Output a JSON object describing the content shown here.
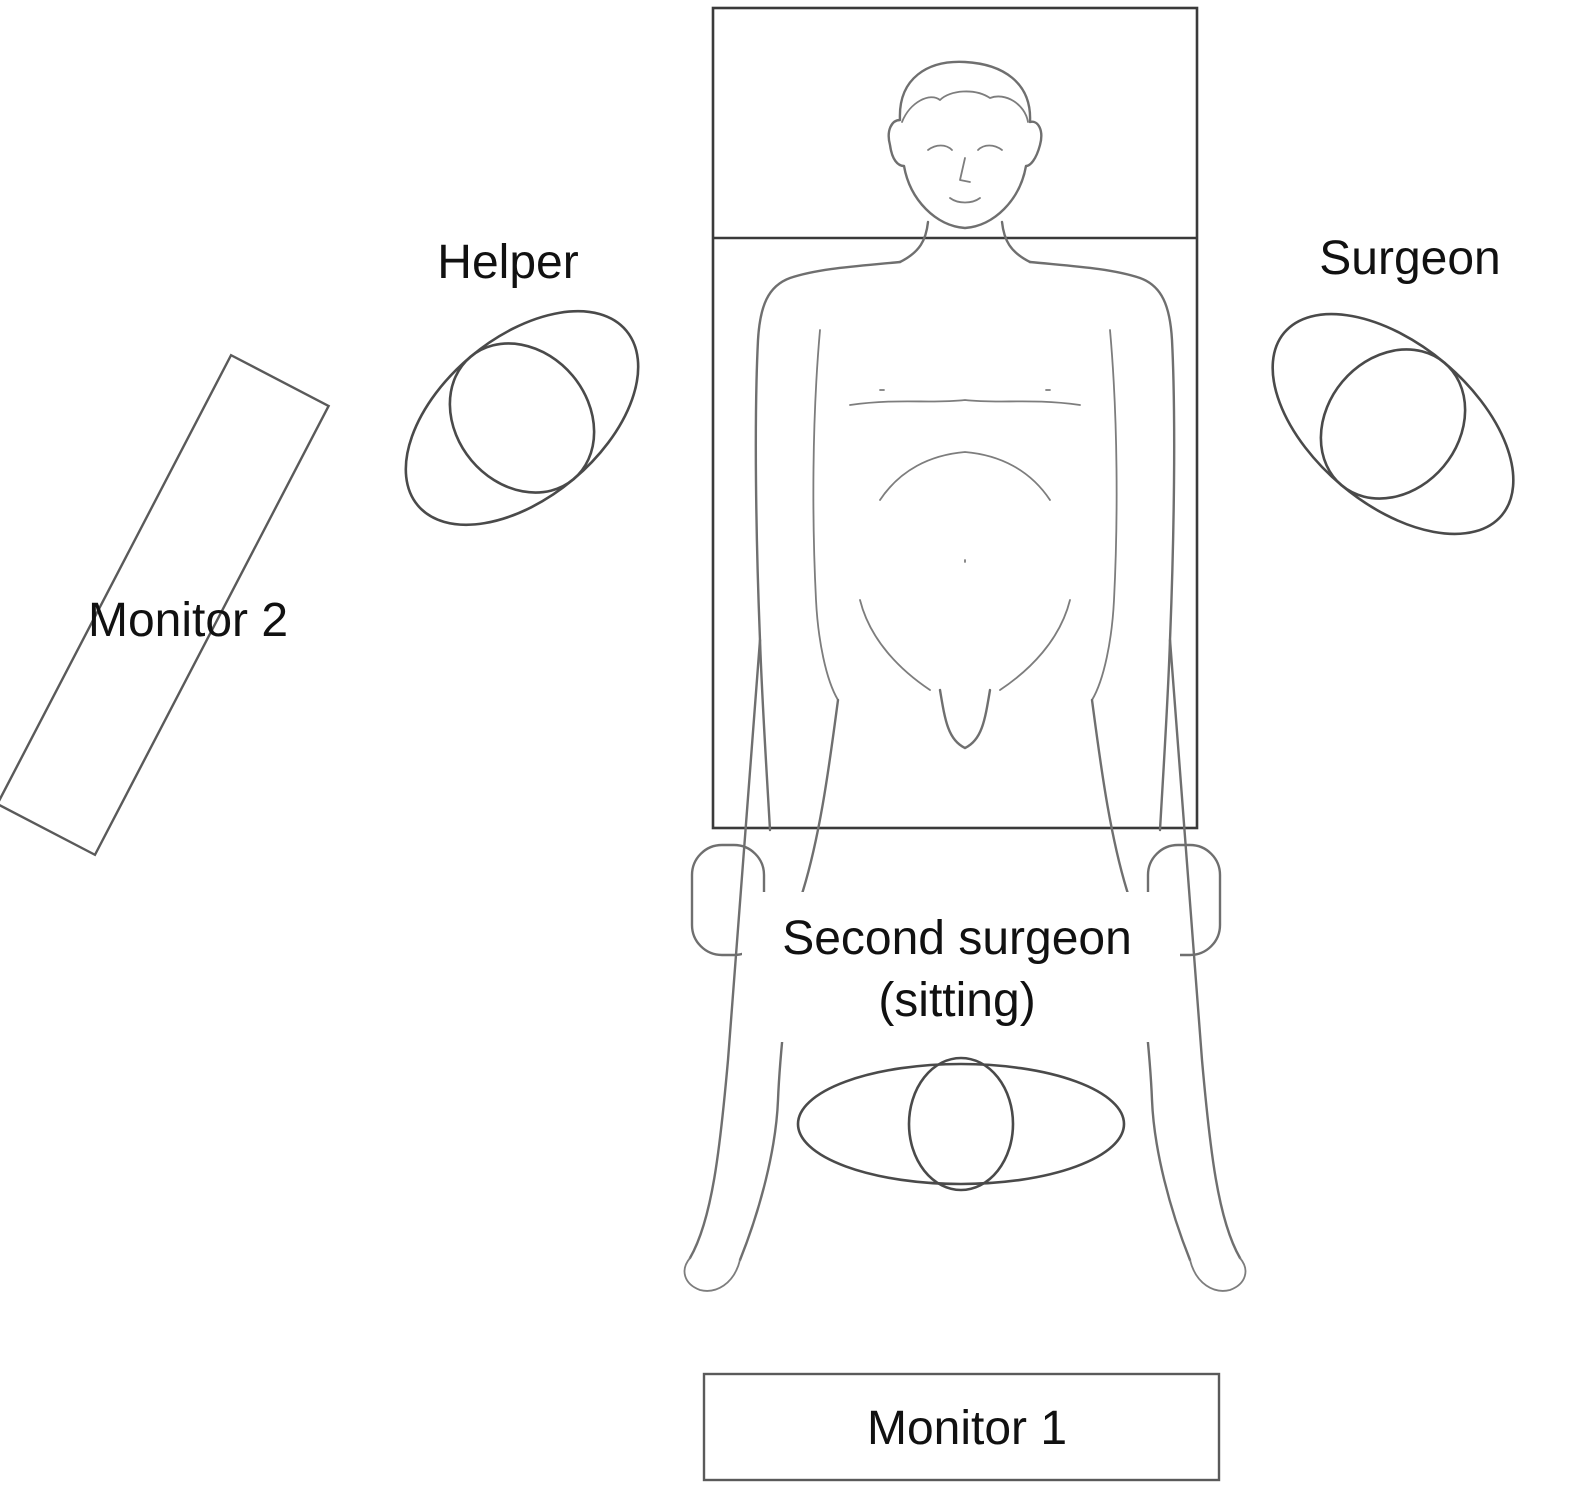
{
  "labels": {
    "helper": "Helper",
    "surgeon": "Surgeon",
    "monitor_2": "Monitor 2",
    "second_surgeon_line1": "Second surgeon",
    "second_surgeon_line2": "(sitting)",
    "monitor_1": "Monitor 1"
  },
  "colors": {
    "line": "#6f6f6f",
    "text": "#111111",
    "background": "#ffffff"
  }
}
